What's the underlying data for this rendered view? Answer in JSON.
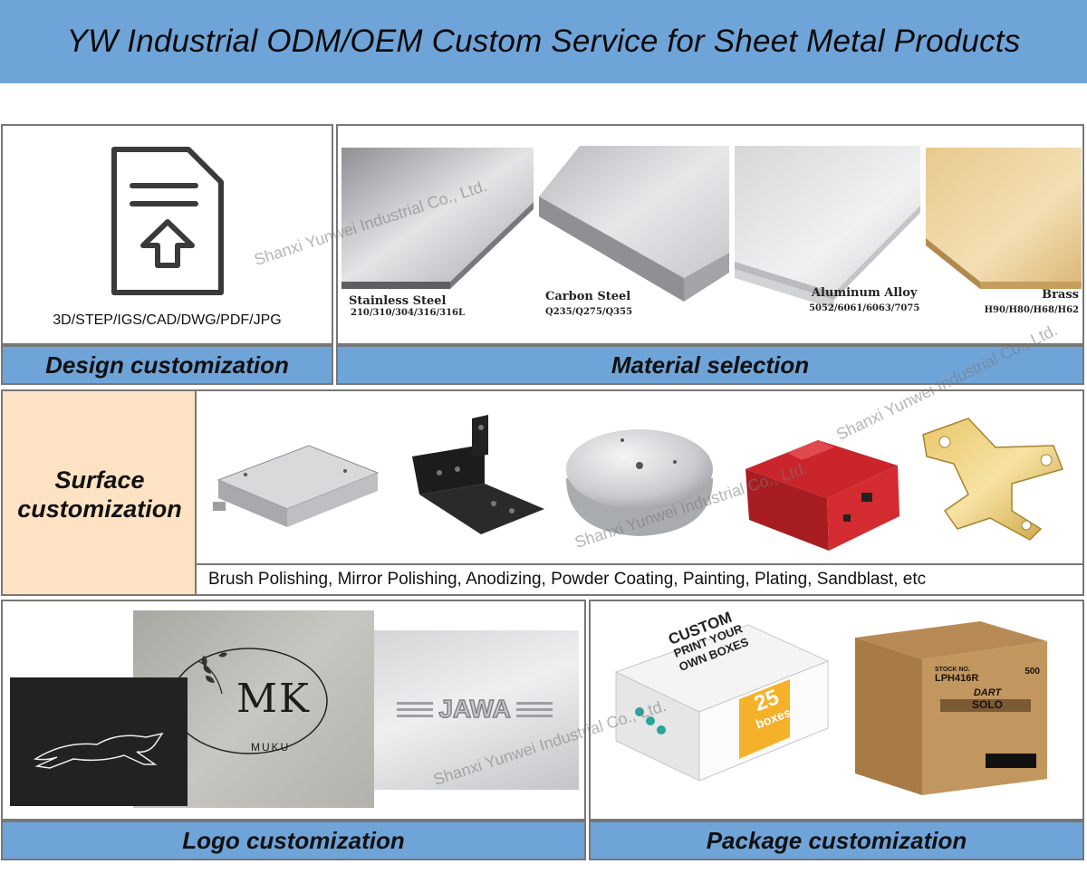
{
  "header": {
    "title": "YW Industrial ODM/OEM Custom Service for Sheet Metal Products"
  },
  "design": {
    "formats": "3D/STEP/IGS/CAD/DWG/PDF/JPG",
    "caption": "Design customization",
    "icon": "file-upload-icon"
  },
  "material": {
    "caption": "Material selection",
    "items": [
      {
        "name": "Stainless Steel",
        "grades": "210/310/304/316/316L"
      },
      {
        "name": "Carbon Steel",
        "grades": "Q235/Q275/Q355"
      },
      {
        "name": "Aluminum Alloy",
        "grades": "5052/6061/6063/7075"
      },
      {
        "name": "Brass",
        "grades": "H90/H80/H68/H62"
      }
    ]
  },
  "surface": {
    "title_line1": "Surface",
    "title_line2": "customization",
    "finishes": "Brush Polishing, Mirror Polishing, Anodizing, Powder Coating, Painting, Plating, Sandblast, etc"
  },
  "logo": {
    "caption": "Logo customization",
    "mk_text": "MK",
    "muku_text": "MUKU",
    "jawa_text": "JAWA"
  },
  "package": {
    "caption": "Package customization",
    "box_line1": "CUSTOM",
    "box_line2": "PRINT YOUR",
    "box_line3": "OWN BOXES",
    "sticker_num": "25",
    "sticker_word": "boxes",
    "carton_stock_label": "STOCK NO.",
    "carton_code": "LPH416R",
    "carton_brand": "DART",
    "carton_solo": "SOLO",
    "carton_qty": "500"
  },
  "watermark": "Shanxi Yunwei Industrial Co., Ltd.",
  "colors": {
    "header_bg": "#6fa4d9",
    "caption_bg": "#6fa4d9",
    "surface_bg": "#fde3c3",
    "border": "#777777"
  }
}
